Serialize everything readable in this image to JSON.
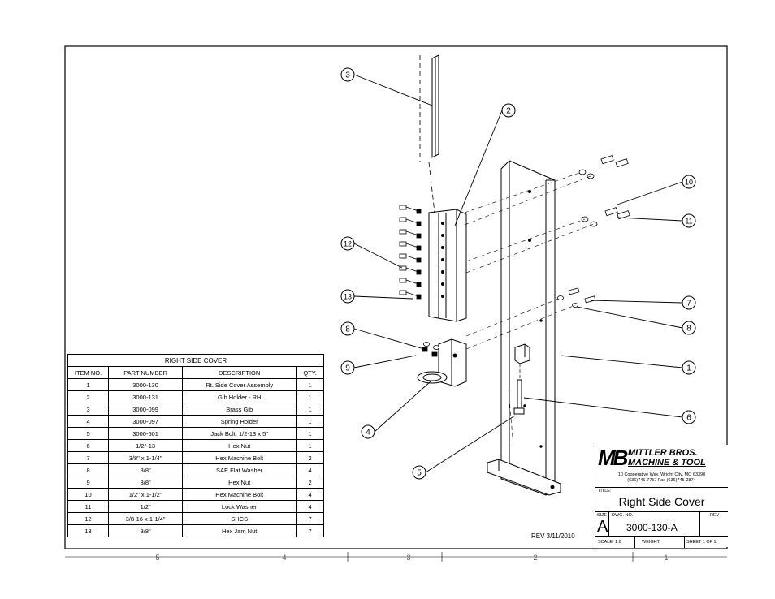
{
  "callouts": [
    "3",
    "2",
    "10",
    "11",
    "12",
    "13",
    "8",
    "9",
    "7",
    "8",
    "1",
    "6",
    "4",
    "5"
  ],
  "bom": {
    "title": "RIGHT SIDE COVER",
    "headers": [
      "ITEM NO.",
      "PART NUMBER",
      "DESCRIPTION",
      "QTY."
    ],
    "rows": [
      [
        "1",
        "3000-130",
        "Rt. Side Cover Assembly",
        "1"
      ],
      [
        "2",
        "3000-131",
        "Gib Holder - RH",
        "1"
      ],
      [
        "3",
        "3000-099",
        "Brass Gib",
        "1"
      ],
      [
        "4",
        "3000-097",
        "Spring Holder",
        "1"
      ],
      [
        "5",
        "3000-501",
        "Jack Bolt, 1/2-13 x 5\"",
        "1"
      ],
      [
        "6",
        "1/2\"-13",
        "Hex Nut",
        "1"
      ],
      [
        "7",
        "3/8\" x 1-1/4\"",
        "Hex Machine Bolt",
        "2"
      ],
      [
        "8",
        "3/8\"",
        "SAE Flat Washer",
        "4"
      ],
      [
        "9",
        "3/8\"",
        "Hex Nut",
        "2"
      ],
      [
        "10",
        "1/2\" x 1-1/2\"",
        "Hex Machine Bolt",
        "4"
      ],
      [
        "11",
        "1/2\"",
        "Lock Washer",
        "4"
      ],
      [
        "12",
        "3/8-16 x 1-1/4\"",
        "SHCS",
        "7"
      ],
      [
        "13",
        "3/8\"",
        "Hex Jam Nut",
        "7"
      ]
    ]
  },
  "revision_note": "REV 3/11/2010",
  "titleblock": {
    "logo": "MB",
    "company_line1": "MITTLER BROS.",
    "company_line2": "MACHINE & TOOL",
    "address_line1": "10 Cooperative Way, Wright City, MO 63390",
    "address_line2": "(636)745-7757 Fax (636)745-2874",
    "title_label": "TITLE:",
    "title": "Right Side Cover",
    "size_label": "SIZE",
    "size": "A",
    "dwg_label": "DWG. NO.",
    "dwg_no": "3000-130-A",
    "rev_label": "REV",
    "scale": "SCALE: 1:8",
    "weight": "WEIGHT:",
    "sheet": "SHEET 1 OF 1"
  },
  "zones": [
    "5",
    "4",
    "3",
    "2",
    "1"
  ]
}
